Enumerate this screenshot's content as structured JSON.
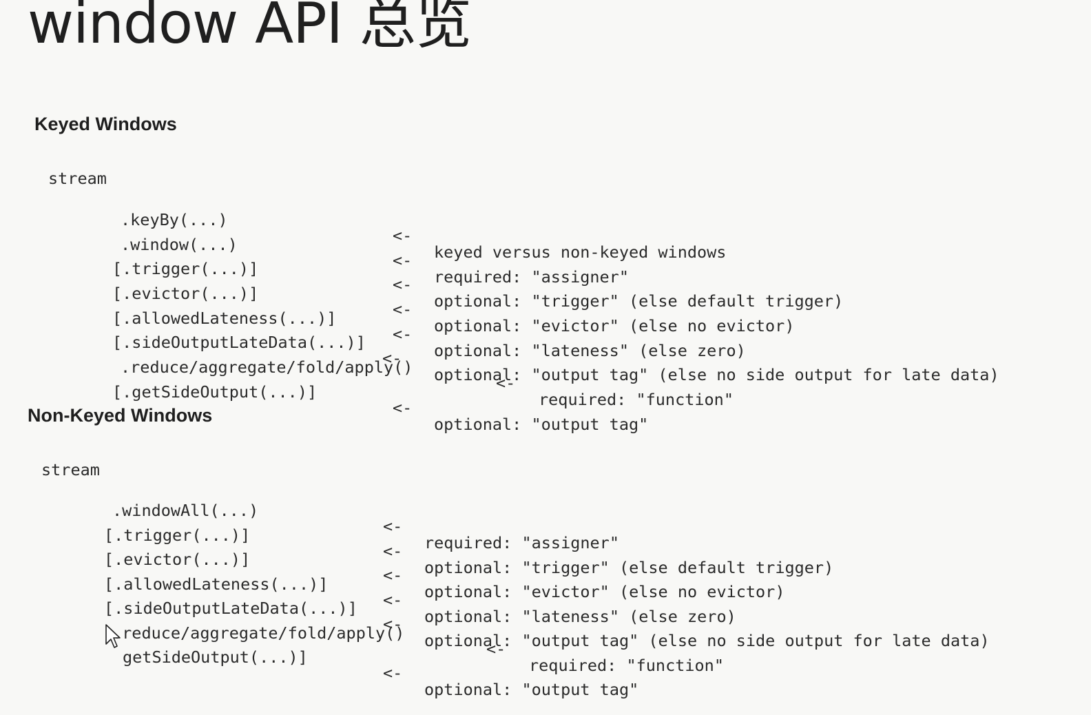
{
  "slide": {
    "title": "window API 总览"
  },
  "keyed": {
    "heading": "Keyed Windows",
    "root": "stream",
    "lines": [
      {
        "call": ".keyBy(...)",
        "arrow": "<-",
        "desc": "keyed versus non-keyed windows"
      },
      {
        "call": ".window(...)",
        "arrow": "<-",
        "desc": "required: \"assigner\""
      },
      {
        "call": "[.trigger(...)]",
        "arrow": "<-",
        "desc": "optional: \"trigger\" (else default trigger)"
      },
      {
        "call": "[.evictor(...)]",
        "arrow": "<-",
        "desc": "optional: \"evictor\" (else no evictor)"
      },
      {
        "call": "[.allowedLateness(...)]",
        "arrow": "<-",
        "desc": "optional: \"lateness\" (else zero)"
      },
      {
        "call": "[.sideOutputLateData(...)]",
        "arrow": "<-",
        "desc": "optional: \"output tag\" (else no side output for late data)"
      },
      {
        "call": ".reduce/aggregate/fold/apply()",
        "arrow": "<-",
        "desc": "required: \"function\""
      },
      {
        "call": "[.getSideOutput(...)]",
        "arrow": "<-",
        "desc": "optional: \"output tag\""
      }
    ]
  },
  "nonkeyed": {
    "heading": "Non-Keyed Windows",
    "root": "stream",
    "lines": [
      {
        "call": ".windowAll(...)",
        "arrow": "<-",
        "desc": "required: \"assigner\""
      },
      {
        "call": "[.trigger(...)]",
        "arrow": "<-",
        "desc": "optional: \"trigger\" (else default trigger)"
      },
      {
        "call": "[.evictor(...)]",
        "arrow": "<-",
        "desc": "optional: \"evictor\" (else no evictor)"
      },
      {
        "call": "[.allowedLateness(...)]",
        "arrow": "<-",
        "desc": "optional: \"lateness\" (else zero)"
      },
      {
        "call": "[.sideOutputLateData(...)]",
        "arrow": "<-",
        "desc": "optional: \"output tag\" (else no side output for late data)"
      },
      {
        "call": ".reduce/aggregate/fold/apply()",
        "arrow": "<-",
        "desc": "required: \"function\""
      },
      {
        "call": "getSideOutput(...)]",
        "arrow": "<-",
        "desc": "optional: \"output tag\""
      }
    ]
  },
  "cursor": {
    "icon": "mouse-pointer-icon"
  }
}
